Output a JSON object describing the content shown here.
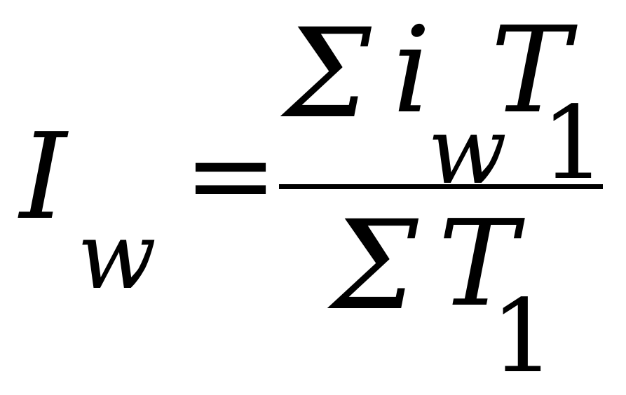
{
  "formula": {
    "lhs": {
      "symbol": "I",
      "subscript": "w"
    },
    "equals": "=",
    "numerator": {
      "sum": "Σ",
      "variable": "i",
      "variable_subscript": "w",
      "factor": "T",
      "factor_subscript": "1"
    },
    "denominator": {
      "sum": "Σ",
      "factor": "T",
      "factor_subscript": "1"
    }
  }
}
